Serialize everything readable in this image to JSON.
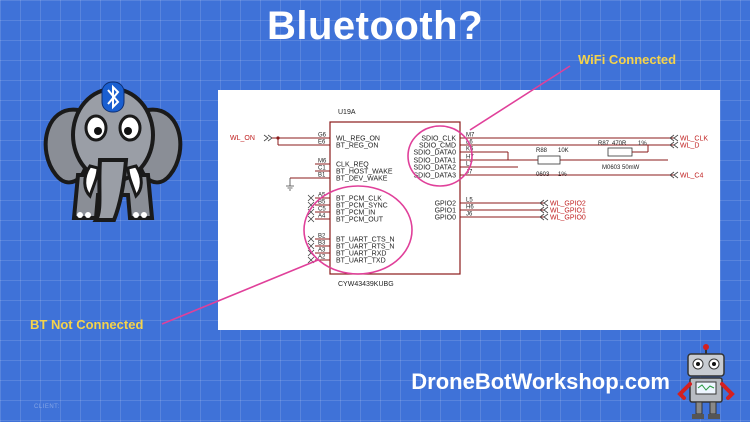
{
  "slide": {
    "title": "Bluetooth?",
    "footer": "DroneBotWorkshop.com",
    "client_label": "CLIENT:",
    "callouts": {
      "wifi": "WiFi Connected",
      "bt": "BT Not Connected"
    },
    "icons": {
      "mascot": "elephant-bluetooth-icon",
      "robot": "dronebot-robot-icon"
    },
    "colors": {
      "background": "#3f72d8",
      "highlight": "#e0409a",
      "callout": "#f5d34a"
    }
  },
  "schematic": {
    "chip": {
      "ref": "U19A",
      "part": "CYW43439KUBG"
    },
    "left_pins": [
      {
        "pad": "G6",
        "name": "WL_REG_ON"
      },
      {
        "pad": "E6",
        "name": "BT_REG_ON"
      },
      {
        "pad": "M6",
        "name": "CLK_REQ"
      },
      {
        "pad": "C1",
        "name": "BT_HOST_WAKE"
      },
      {
        "pad": "B1",
        "name": "BT_DEV_WAKE"
      },
      {
        "pad": "A5",
        "name": "BT_PCM_CLK"
      },
      {
        "pad": "B5",
        "name": "BT_PCM_SYNC"
      },
      {
        "pad": "C5",
        "name": "BT_PCM_IN"
      },
      {
        "pad": "A4",
        "name": "BT_PCM_OUT"
      },
      {
        "pad": "B2",
        "name": "BT_UART_CTS_N"
      },
      {
        "pad": "B3",
        "name": "BT_UART_RTS_N"
      },
      {
        "pad": "A3",
        "name": "BT_UART_RXD"
      },
      {
        "pad": "A2",
        "name": "BT_UART_TXD"
      }
    ],
    "right_pins": [
      {
        "pad": "M7",
        "name": "SDIO_CLK"
      },
      {
        "pad": "L6",
        "name": "SDIO_CMD"
      },
      {
        "pad": "K6",
        "name": "SDIO_DATA0"
      },
      {
        "pad": "H7",
        "name": "SDIO_DATA1"
      },
      {
        "pad": "L7",
        "name": "SDIO_DATA2"
      },
      {
        "pad": "J7",
        "name": "SDIO_DATA3"
      },
      {
        "pad": "L5",
        "name": "GPIO2"
      },
      {
        "pad": "H6",
        "name": "GPIO1"
      },
      {
        "pad": "J6",
        "name": "GPIO0"
      }
    ],
    "left_net": "WL_ON",
    "right_nets": [
      "WL_CLK",
      "WL_D",
      "WL_C4",
      "WL_GPIO2",
      "WL_GPIO1",
      "WL_GPIO0"
    ],
    "resistors": {
      "r88": {
        "ref": "R88",
        "value": "10K",
        "package": "0603",
        "tol": "1%"
      },
      "r87": {
        "ref": "R87",
        "value": "470R",
        "tol": "1%",
        "package": "M0603 50mW"
      }
    }
  }
}
